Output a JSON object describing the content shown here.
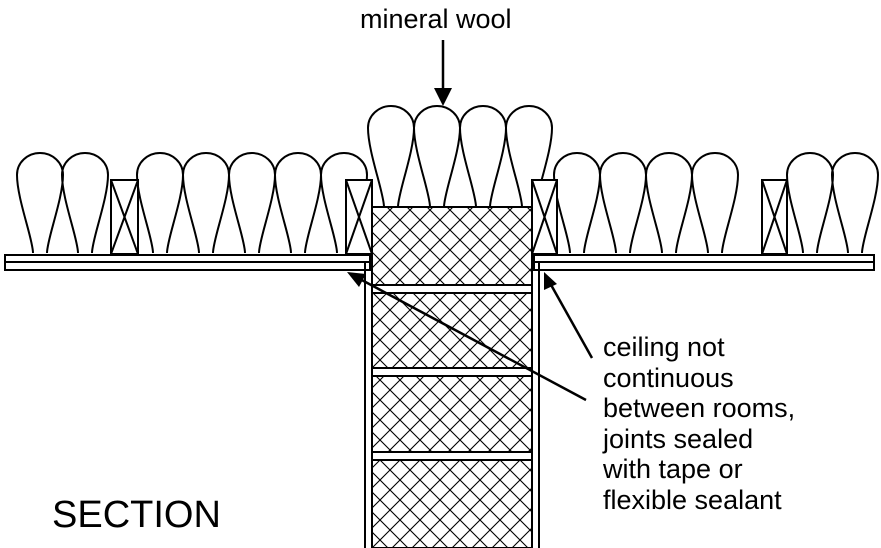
{
  "labels": {
    "insulation": "mineral wool",
    "note_lines": [
      "ceiling not",
      "continuous",
      "between rooms,",
      "joints sealed",
      "with tape or",
      "flexible sealant"
    ],
    "view": "SECTION"
  },
  "colors": {
    "ink": "#000000",
    "paper": "#ffffff"
  }
}
